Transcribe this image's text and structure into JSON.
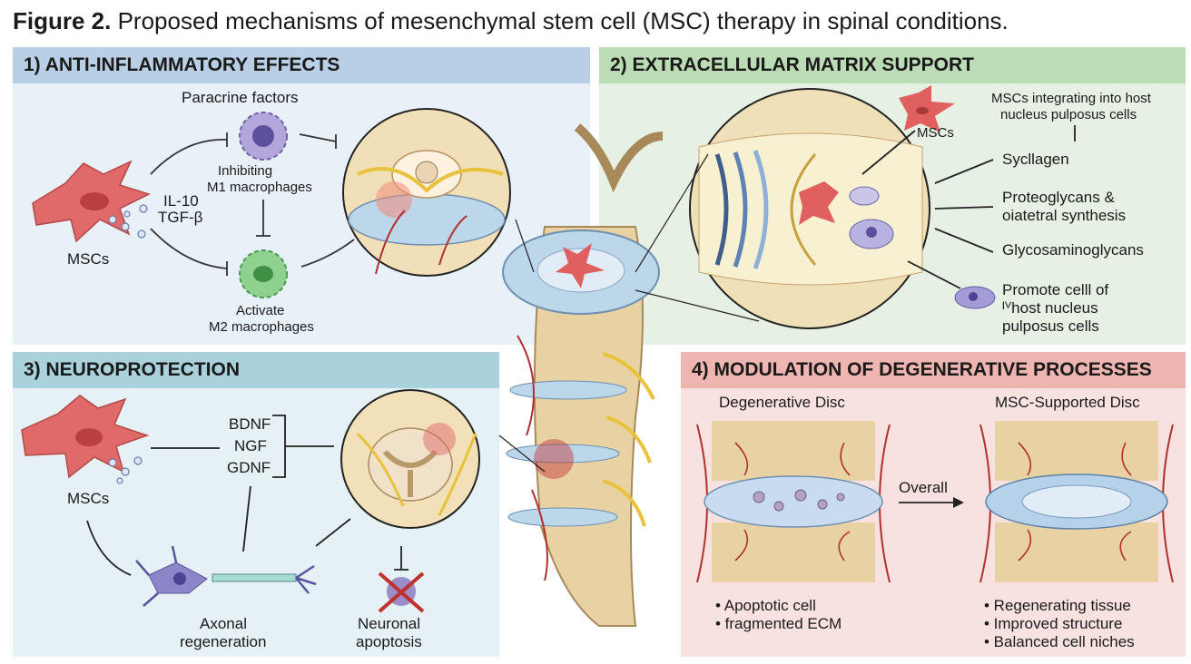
{
  "title": {
    "figure_label": "Figure 2.",
    "text": "Proposed mechanisms of mesenchymal stem cell (MSC) therapy in spinal conditions."
  },
  "panel1": {
    "header": "1) ANTI-INFLAMMATORY EFFECTS",
    "paracrine": "Paracrine factors",
    "inhibiting_1": "Inhibiting",
    "inhibiting_2": "M1 macrophages",
    "il10": "IL-10",
    "tgfb": "TGF-β",
    "mscs": "MSCs",
    "activate_1": "Activate",
    "activate_2": "M2 macrophages"
  },
  "panel2": {
    "header": "2) EXTRACELLULAR MATRIX SUPPORT",
    "mscs": "MSCs",
    "integrating_1": "MSCs integrating into host",
    "integrating_2": "nucleus pulposus cells",
    "syllagen": "Sycllagen",
    "proteo_1": "Proteoglycans &",
    "proteo_2": "oiatetral synthesis",
    "glyco": "Glycosaminoglycans",
    "promote_1": "Promote celll of",
    "promote_2": "ᴵⱽhost nucleus",
    "promote_3": "pulposus cells"
  },
  "panel3": {
    "header": "3) NEUROPROTECTION",
    "mscs": "MSCs",
    "bdnf": "BDNF",
    "ngf": "NGF",
    "gdnf": "GDNF",
    "axonal_1": "Axonal",
    "axonal_2": "regeneration",
    "neuronal_1": "Neuronal",
    "neuronal_2": "apoptosis"
  },
  "panel4": {
    "header": "4) MODULATION OF DEGENERATIVE PROCESSES",
    "degen": "Degenerative Disc",
    "msc_disc": "MSC-Supported Disc",
    "overall": "Overall",
    "left_b1": "• Apoptotic cell",
    "left_b2": "• fragmented ECM",
    "right_b1": "• Regenerating tissue",
    "right_b2": "• Improved structure",
    "right_b3": "• Balanced cell niches"
  },
  "colors": {
    "msc_cell": "#e06060",
    "m1_macrophage": "#a89bd0",
    "m2_macrophage": "#7cc47f",
    "bone": "#e8d2a4",
    "disc": "#bcd6ea",
    "nerve": "#e8c23a",
    "vessel": "#b03030",
    "neuron": "#8c86c8"
  }
}
